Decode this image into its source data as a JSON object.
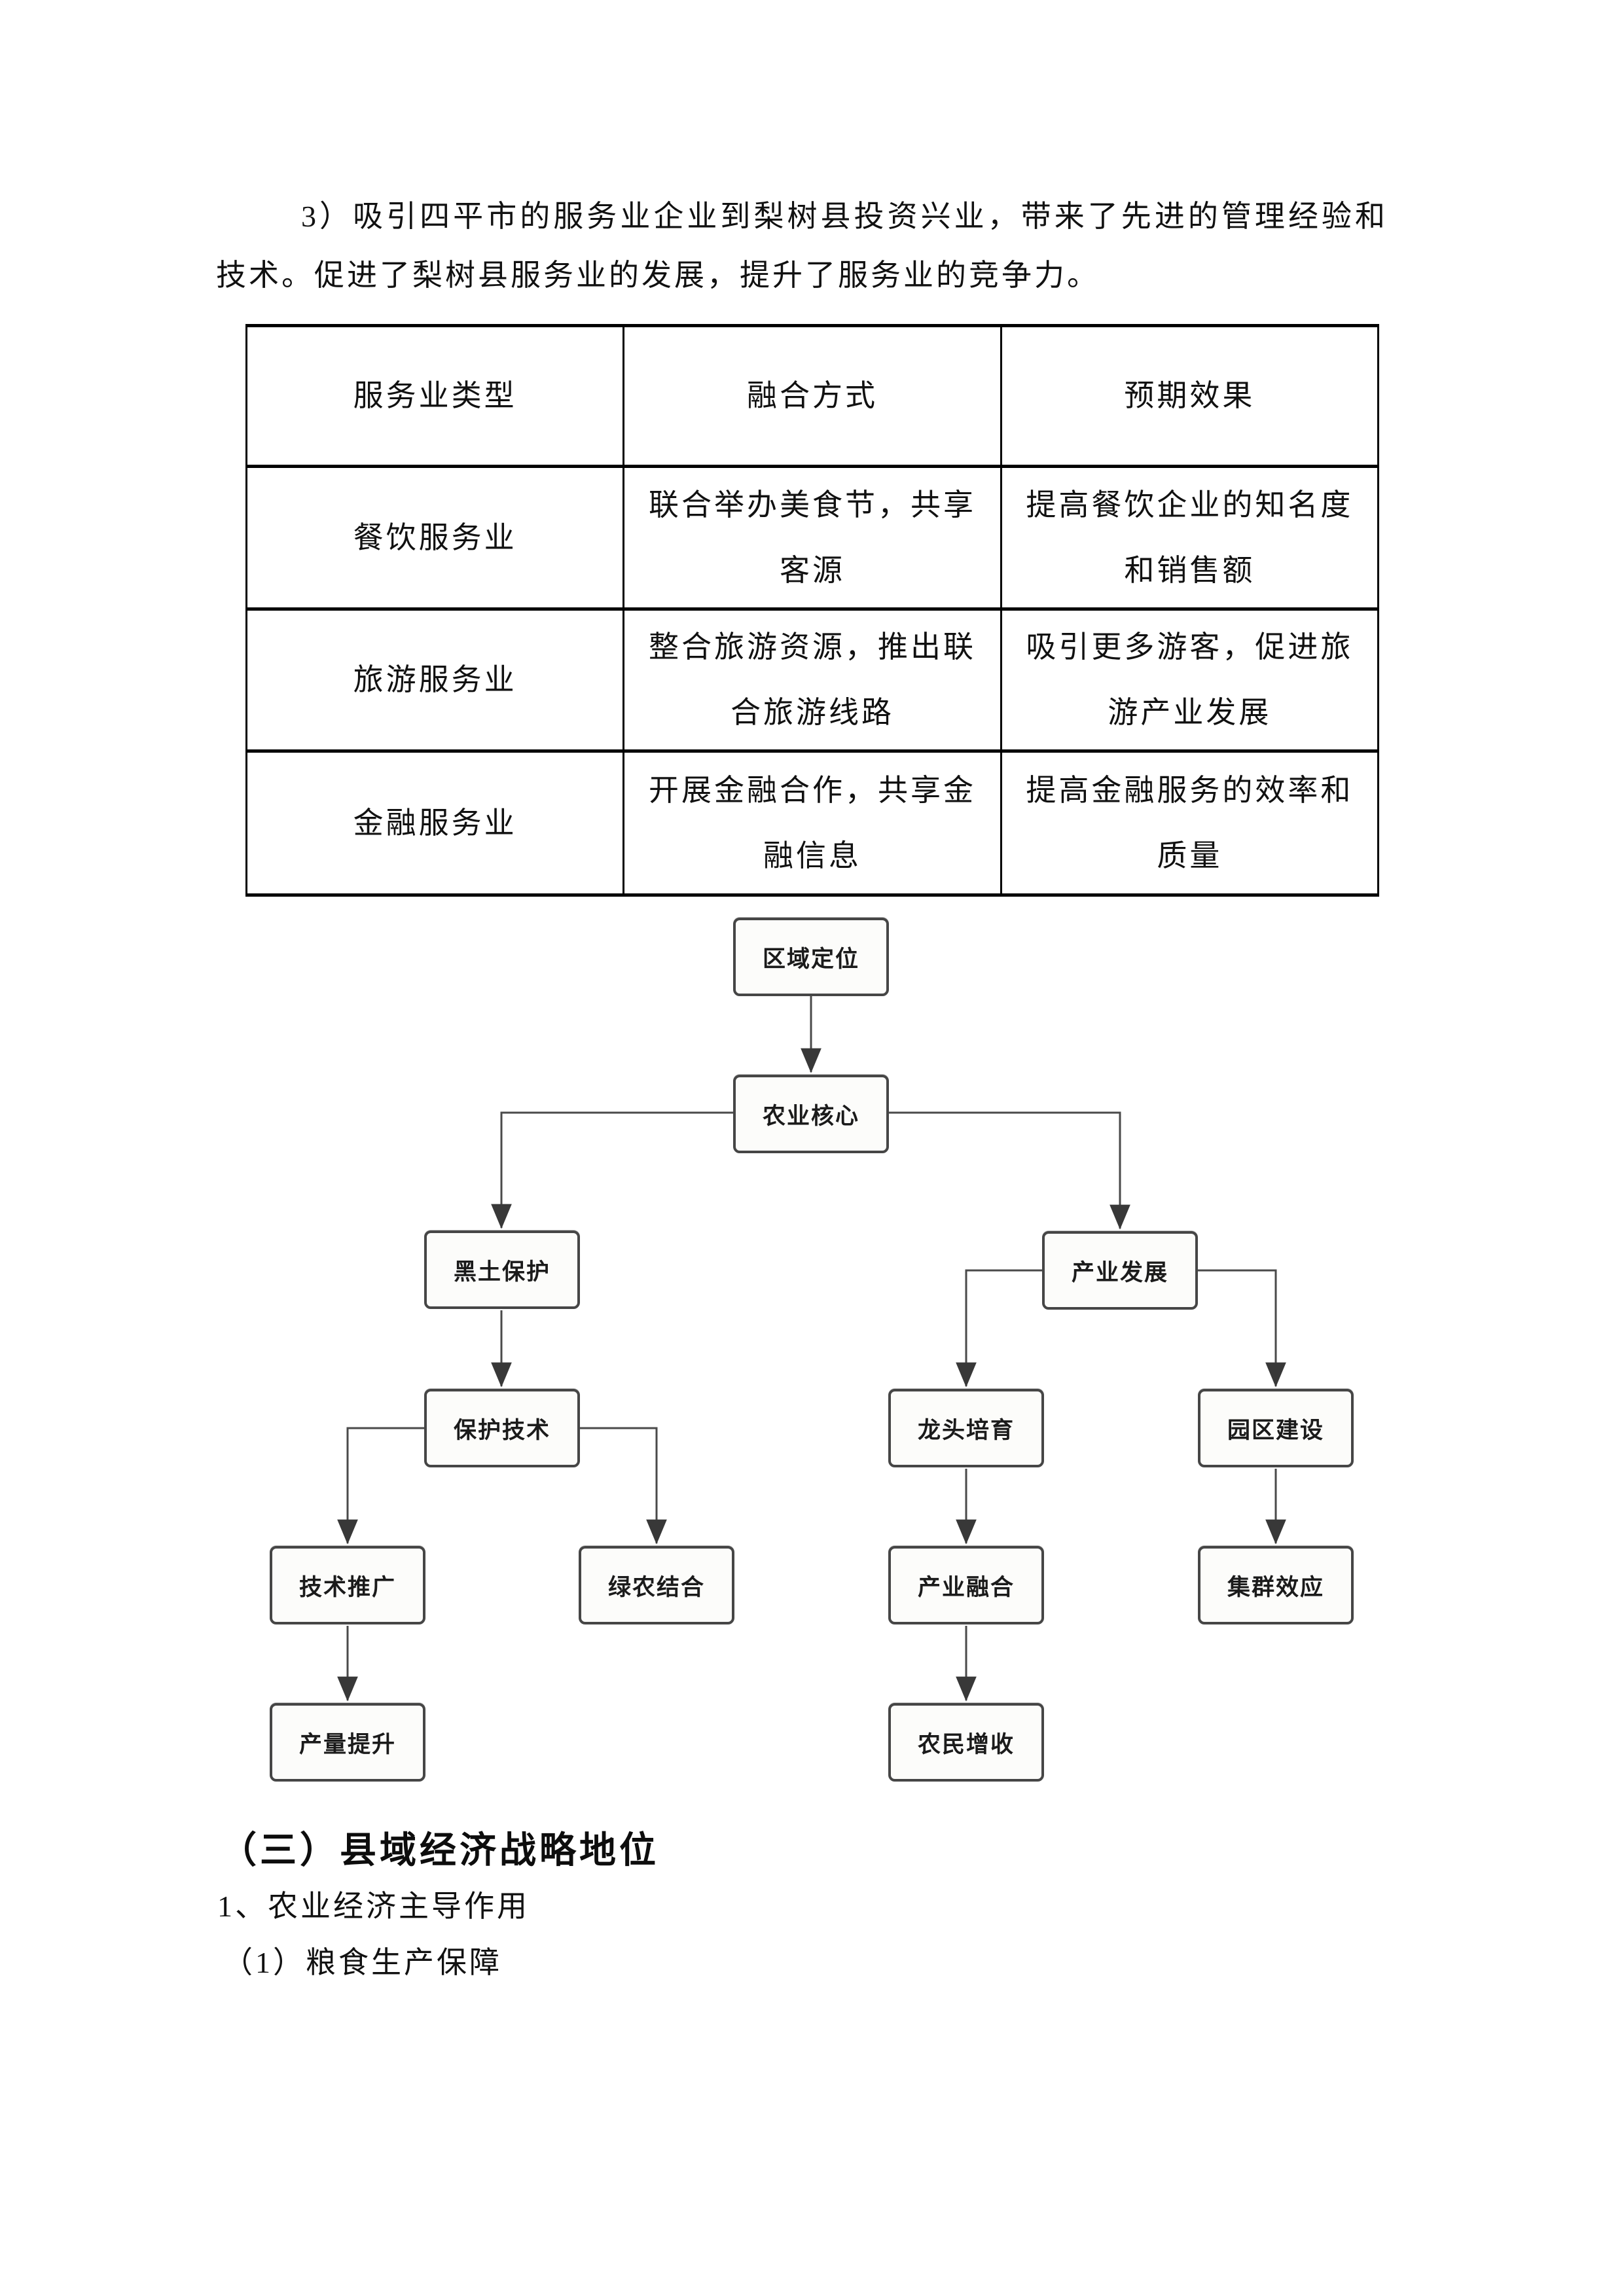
{
  "document": {
    "intro_paragraph": "3）吸引四平市的服务业企业到梨树县投资兴业，带来了先进的管理经验和技术。促进了梨树县服务业的发展，提升了服务业的竞争力。",
    "section_heading": "（三）县域经济战略地位",
    "subsection_1": "1、农业经济主导作用",
    "subsection_2": "（1）粮食生产保障"
  },
  "table": {
    "headers": [
      "服务业类型",
      "融合方式",
      "预期效果"
    ],
    "rows": [
      [
        "餐饮服务业",
        "联合举办美食节，共享客源",
        "提高餐饮企业的知名度和销售额"
      ],
      [
        "旅游服务业",
        "整合旅游资源，推出联合旅游线路",
        "吸引更多游客，促进旅游产业发展"
      ],
      [
        "金融服务业",
        "开展金融合作，共享金融信息",
        "提高金融服务的效率和质量"
      ]
    ]
  },
  "flowchart": {
    "nodes": [
      {
        "id": "region-positioning",
        "label": "区域定位"
      },
      {
        "id": "agriculture-core",
        "label": "农业核心"
      },
      {
        "id": "black-soil-protection",
        "label": "黑土保护"
      },
      {
        "id": "industry-development",
        "label": "产业发展"
      },
      {
        "id": "protection-technology",
        "label": "保护技术"
      },
      {
        "id": "leading-enterprise-cultivation",
        "label": "龙头培育"
      },
      {
        "id": "park-construction",
        "label": "园区建设"
      },
      {
        "id": "technology-promotion",
        "label": "技术推广"
      },
      {
        "id": "green-agriculture-integration",
        "label": "绿农结合"
      },
      {
        "id": "industry-integration",
        "label": "产业融合"
      },
      {
        "id": "cluster-effect",
        "label": "集群效应"
      },
      {
        "id": "yield-improvement",
        "label": "产量提升"
      },
      {
        "id": "farmer-income-increase",
        "label": "农民增收"
      }
    ],
    "edges": [
      {
        "from": "区域定位",
        "to": "农业核心"
      },
      {
        "from": "农业核心",
        "to": "黑土保护"
      },
      {
        "from": "农业核心",
        "to": "产业发展"
      },
      {
        "from": "黑土保护",
        "to": "保护技术"
      },
      {
        "from": "保护技术",
        "to": "技术推广"
      },
      {
        "from": "保护技术",
        "to": "绿农结合"
      },
      {
        "from": "技术推广",
        "to": "产量提升"
      },
      {
        "from": "产业发展",
        "to": "龙头培育"
      },
      {
        "from": "产业发展",
        "to": "园区建设"
      },
      {
        "from": "龙头培育",
        "to": "产业融合"
      },
      {
        "from": "产业融合",
        "to": "农民增收"
      },
      {
        "from": "园区建设",
        "to": "集群效应"
      }
    ]
  },
  "colors": {
    "page_background": "#ffffff",
    "text": "#111111",
    "table_border": "#000000",
    "node_border": "#464646",
    "node_fill": "#fcfcfa",
    "connector": "#4a4a4a"
  }
}
